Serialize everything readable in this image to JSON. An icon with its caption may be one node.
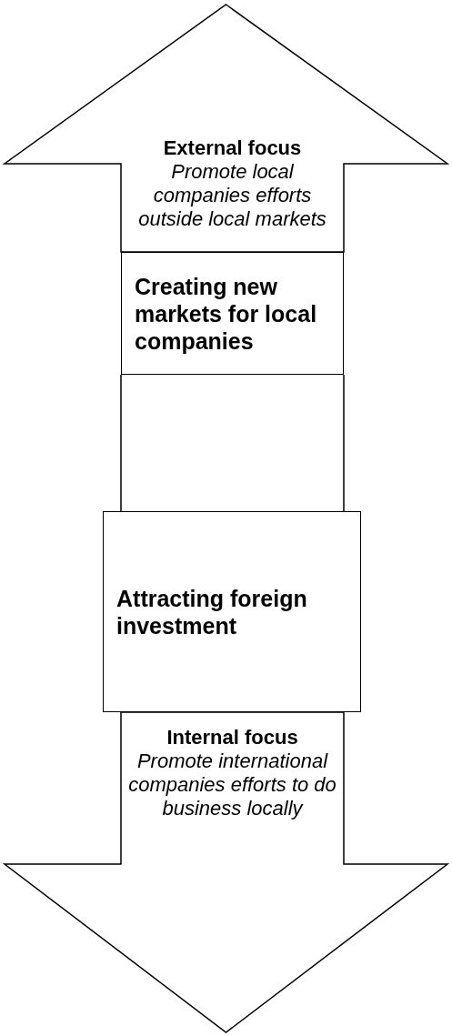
{
  "diagram": {
    "nodes": [
      {
        "text": [
          "External focus",
          "Promote local companies efforts outside local markets"
        ]
      },
      {
        "text": [
          "Creating new markets for local companies"
        ]
      },
      {
        "text": [
          "Attracting foreign investment"
        ]
      },
      {
        "text": [
          "Internal focus",
          "Promote international companies efforts to do business locally"
        ]
      }
    ],
    "edges": [
      {
        "from": 1,
        "to": 2,
        "arrow": "none"
      }
    ]
  }
}
